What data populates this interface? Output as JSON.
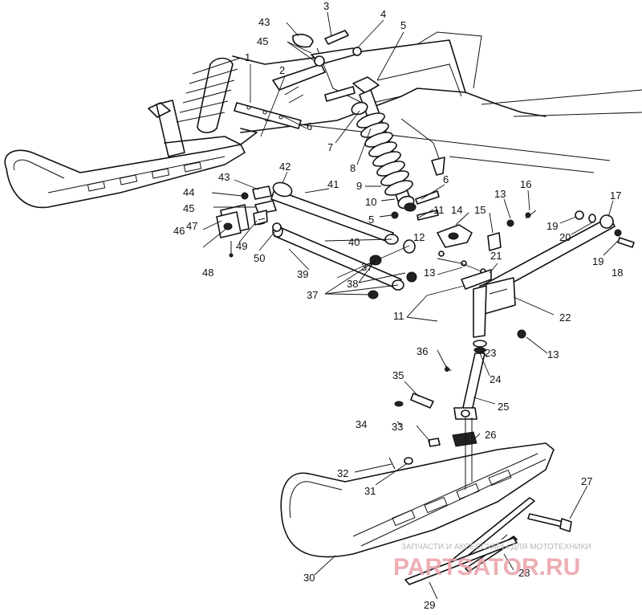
{
  "diagram": {
    "callouts": [
      "1",
      "2",
      "3",
      "4",
      "5",
      "6",
      "7",
      "8",
      "9",
      "10",
      "11",
      "12",
      "13",
      "14",
      "15",
      "16",
      "17",
      "18",
      "19",
      "20",
      "21",
      "22",
      "23",
      "24",
      "25",
      "26",
      "27",
      "28",
      "29",
      "30",
      "31",
      "32",
      "33",
      "34",
      "35",
      "36",
      "37",
      "38",
      "39",
      "40",
      "41",
      "42",
      "43",
      "44",
      "45",
      "46",
      "47",
      "48",
      "49",
      "50"
    ]
  },
  "watermark": {
    "caption": "ЗАПЧАСТИ И АКСЕССУАРЫ ДЛЯ МОТОТЕХНИКИ",
    "logo": "PARTSATOR.RU",
    "color": "#e9a0a8"
  }
}
